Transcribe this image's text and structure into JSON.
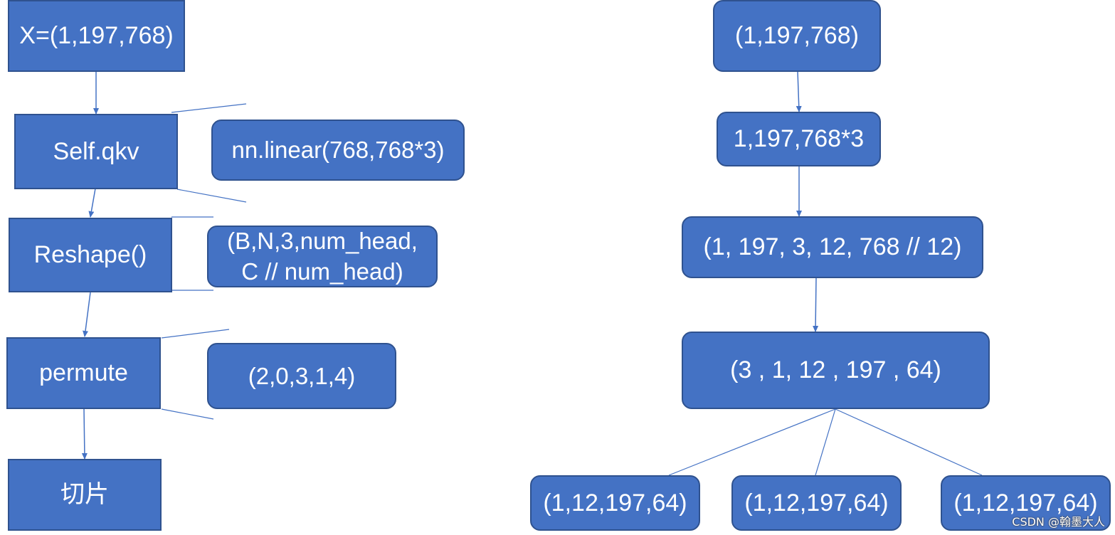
{
  "colors": {
    "box_fill": "#4472c4",
    "box_border": "#2f528f",
    "connector": "#4472c4",
    "text": "#ffffff"
  },
  "left_flow": {
    "input": "X=(1,197,768)",
    "qkv": "Self.qkv",
    "reshape": "Reshape()",
    "permute": "permute",
    "slice": "切片"
  },
  "left_notes": {
    "qkv_note": "nn.linear(768,768*3)",
    "reshape_note_line1": "(B,N,3,num_head,",
    "reshape_note_line2": "C // num_head)",
    "permute_note": "(2,0,3,1,4)"
  },
  "right_flow": {
    "input": "(1,197,768)",
    "qkv_out": "1,197,768*3",
    "reshape_out": "(1, 197, 3, 12, 768 // 12)",
    "permute_out": "(3 , 1, 12 , 197 , 64)",
    "q": "(1,12,197,64)",
    "k": "(1,12,197,64)",
    "v": "(1,12,197,64)"
  },
  "watermark": "CSDN @翰墨大人"
}
